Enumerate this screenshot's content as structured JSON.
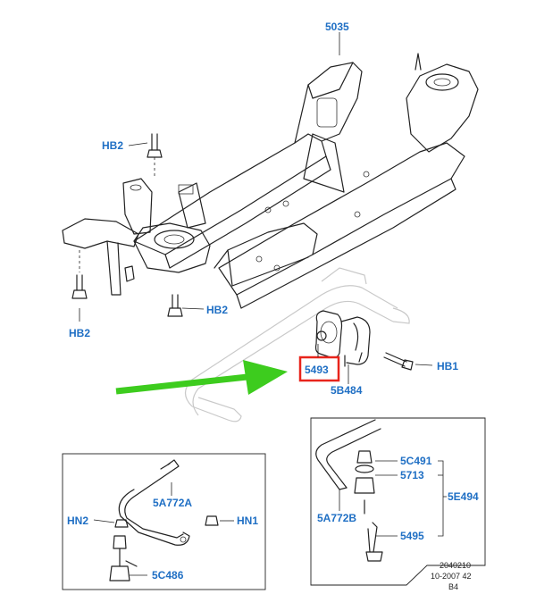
{
  "labels": {
    "frame": "5035",
    "hb2_upper": "HB2",
    "hb2_lower_left": "HB2",
    "hb2_lower_right": "HB2",
    "hb1": "HB1",
    "bushing": "5493",
    "bracket": "5B484",
    "bar_left": "5A772A",
    "hn2": "HN2",
    "hn1": "HN1",
    "link_left": "5C486",
    "nut_right": "5C491",
    "washer_right": "5713",
    "link_assembly_right": "5E494",
    "bar_right": "5A772B",
    "link_right": "5495"
  },
  "reference": {
    "line1": "2040210",
    "line2": "10-2007 42",
    "line3": "B4"
  },
  "colors": {
    "label": "#1f6fc4",
    "highlight_box": "#e8241b",
    "arrow": "#3dcc1e",
    "line": "#222222",
    "ghost": "#c9c9c9"
  },
  "highlight": {
    "target": "5493"
  }
}
